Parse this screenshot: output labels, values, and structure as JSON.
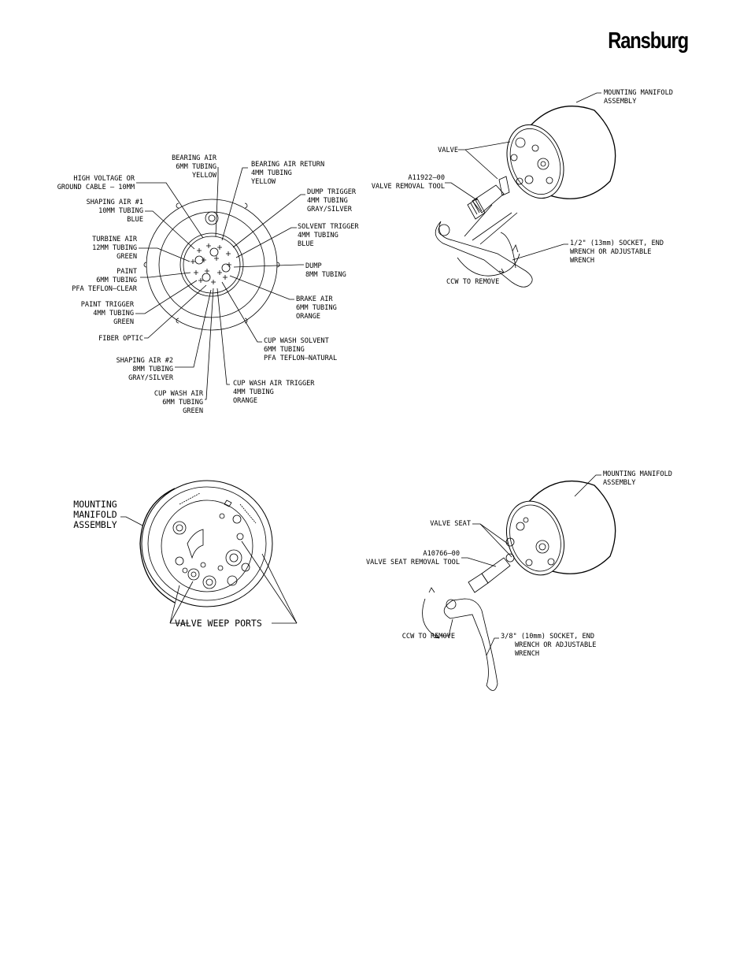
{
  "brand": "Ransburg",
  "fig_top_left": {
    "labels": [
      {
        "lines": [
          "BEARING AIR",
          "6MM TUBING",
          "YELLOW"
        ]
      },
      {
        "lines": [
          "BEARING AIR RETURN",
          "4MM TUBING",
          "YELLOW"
        ]
      },
      {
        "lines": [
          "HIGH VOLTAGE OR",
          "GROUND CABLE — 10MM"
        ]
      },
      {
        "lines": [
          "DUMP TRIGGER",
          "4MM TUBING",
          "GRAY/SILVER"
        ]
      },
      {
        "lines": [
          "SHAPING AIR #1",
          "10MM TUBING",
          "BLUE"
        ]
      },
      {
        "lines": [
          "SOLVENT TRIGGER",
          "4MM TUBING",
          "BLUE"
        ]
      },
      {
        "lines": [
          "TURBINE AIR",
          "12MM TUBING",
          "GREEN"
        ]
      },
      {
        "lines": [
          "DUMP",
          "8MM TUBING"
        ]
      },
      {
        "lines": [
          "PAINT",
          "6MM TUBING",
          "PFA TEFLON—CLEAR"
        ]
      },
      {
        "lines": [
          "BRAKE AIR",
          "6MM TUBING",
          "ORANGE"
        ]
      },
      {
        "lines": [
          "PAINT TRIGGER",
          "4MM TUBING",
          "GREEN"
        ]
      },
      {
        "lines": [
          "FIBER OPTIC"
        ]
      },
      {
        "lines": [
          "CUP WASH SOLVENT",
          "6MM TUBING",
          "PFA TEFLON—NATURAL"
        ]
      },
      {
        "lines": [
          "SHAPING AIR #2",
          "8MM TUBING",
          "GRAY/SILVER"
        ]
      },
      {
        "lines": [
          "CUP WASH AIR TRIGGER",
          "4MM TUBING",
          "ORANGE"
        ]
      },
      {
        "lines": [
          "CUP WASH AIR",
          "6MM TUBING",
          "GREEN"
        ]
      }
    ]
  },
  "fig_top_right": {
    "manifold": [
      "MOUNTING MANIFOLD",
      "ASSEMBLY"
    ],
    "valve": "VALVE",
    "tool": [
      "A11922—00",
      "VALVE REMOVAL TOOL"
    ],
    "wrench": [
      "1/2\" (13mm) SOCKET, END",
      "WRENCH OR ADJUSTABLE",
      "WRENCH"
    ],
    "ccw": "CCW TO REMOVE"
  },
  "fig_bottom_left": {
    "manifold": [
      "MOUNTING",
      "MANIFOLD",
      "ASSEMBLY"
    ],
    "weep": "VALVE WEEP PORTS"
  },
  "fig_bottom_right": {
    "manifold": [
      "MOUNTING MANIFOLD",
      "ASSEMBLY"
    ],
    "seat": "VALVE SEAT",
    "tool": [
      "A10766—00",
      "VALVE SEAT REMOVAL TOOL"
    ],
    "ccw": "CCW TO REMOVE",
    "wrench": [
      "3/8\" (10mm) SOCKET, END",
      "WRENCH OR ADJUSTABLE",
      "WRENCH"
    ]
  }
}
